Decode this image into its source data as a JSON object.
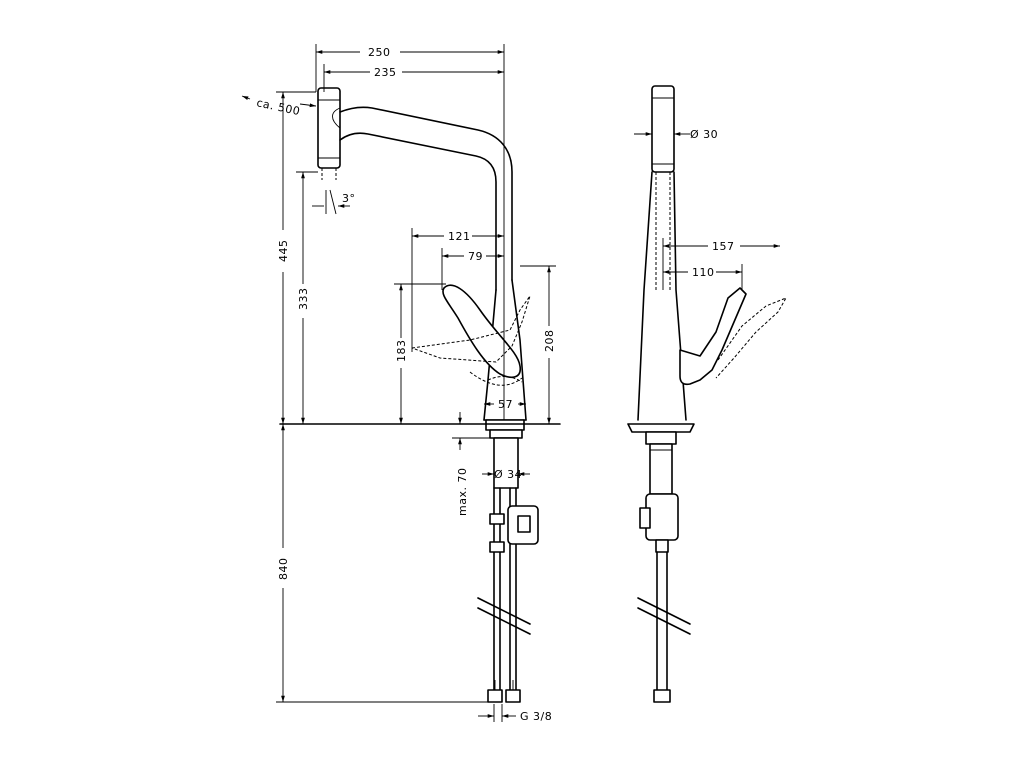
{
  "labels": {
    "w250": "250",
    "w235": "235",
    "ca500": "ca. 500",
    "angle": "3°",
    "h445": "445",
    "h333": "333",
    "d121": "121",
    "d79": "79",
    "h183": "183",
    "h208": "208",
    "d57": "57",
    "dia34": "Ø 34",
    "max70": "max. 70",
    "h840": "840",
    "g38": "G 3/8",
    "dia30": "Ø 30",
    "d157": "157",
    "d110": "110"
  }
}
